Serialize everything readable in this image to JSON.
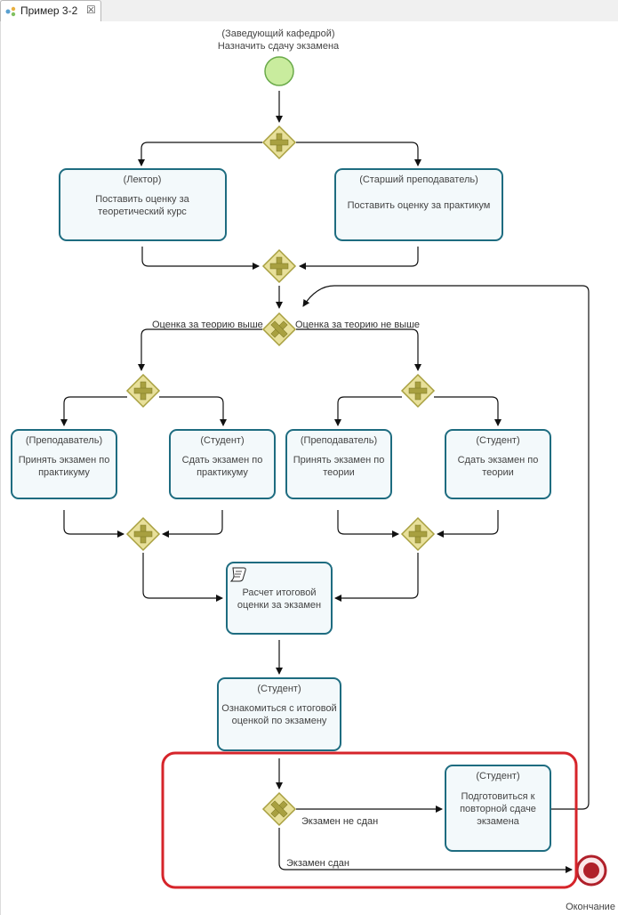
{
  "tab": {
    "title": "Пример 3-2",
    "close_glyph": "☒",
    "icon": "bpmn-diagram-icon"
  },
  "start_event": {
    "role": "(Заведующий кафедрой)",
    "label": "Назначить сдачу экзамена"
  },
  "end_event": {
    "label": "Окончание"
  },
  "tasks": [
    {
      "role": "(Лектор)",
      "lines": [
        "Поставить оценку за",
        "теоретический курс"
      ]
    },
    {
      "role": "(Старший преподаватель)",
      "lines": [
        "Поставить оценку за практикум"
      ]
    },
    {
      "role": "(Преподаватель)",
      "lines": [
        "Принять экзамен по",
        "практикуму"
      ]
    },
    {
      "role": "(Студент)",
      "lines": [
        "Сдать экзамен по",
        "практикуму"
      ]
    },
    {
      "role": "(Преподаватель)",
      "lines": [
        "Принять экзамен по",
        "теории"
      ]
    },
    {
      "role": "(Студент)",
      "lines": [
        "Сдать экзамен по",
        "теории"
      ]
    },
    {
      "role": "",
      "lines": [
        "Расчет итоговой",
        "оценки за экзамен"
      ],
      "icon": "script-task-icon"
    },
    {
      "role": "(Студент)",
      "lines": [
        "Ознакомиться с итоговой",
        "оценкой по экзамену"
      ]
    },
    {
      "role": "(Студент)",
      "lines": [
        "Подготовиться к",
        "повторной сдаче",
        "экзамена"
      ]
    }
  ],
  "edge_labels": {
    "theory_higher": "Оценка за теорию выше",
    "theory_not_higher": "Оценка за теорию не выше",
    "failed": "Экзамен не сдан",
    "passed": "Экзамен сдан"
  },
  "colors": {
    "task_border": "#1e6c80",
    "gateway_fill": "#e8e09a",
    "gateway_border": "#a8a040",
    "start_fill": "#c9ec9e",
    "end_border": "#b0202a",
    "highlight": "#d6242a"
  }
}
